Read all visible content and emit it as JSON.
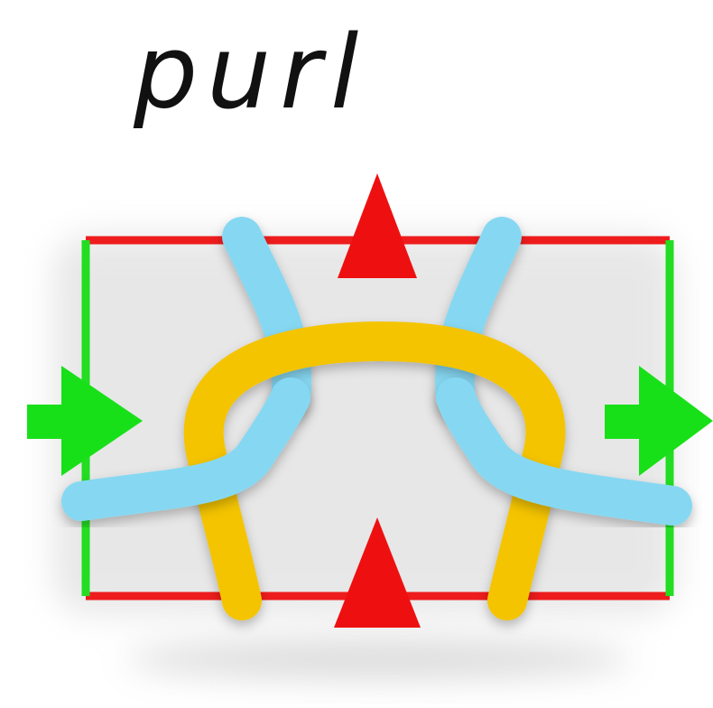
{
  "title": "purl",
  "colors": {
    "background": "#ffffff",
    "course_boundary": "#ee1c1c",
    "wale_boundary": "#22dd22",
    "course_arrow": "#ee1010",
    "wale_arrow": "#18e018",
    "previous_loop": "#f4c400",
    "current_loop": "#86d8f2"
  },
  "icons": {
    "course_arrow": "triangle-up",
    "wale_arrow": "arrow-right"
  }
}
